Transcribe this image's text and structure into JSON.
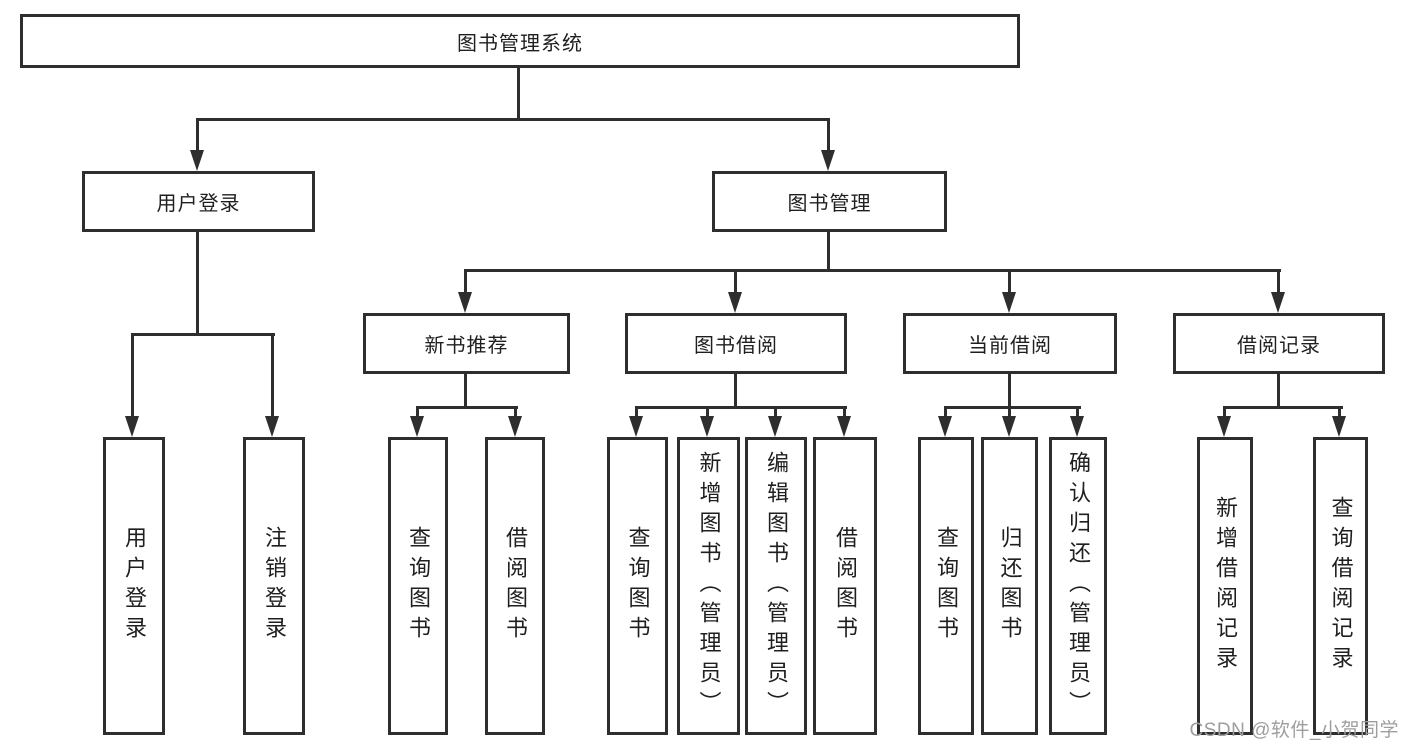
{
  "diagram": {
    "type": "tree",
    "title": "图书管理系统",
    "nodes": {
      "root": "图书管理系统",
      "userLogin": "用户登录",
      "bookMgmt": "图书管理",
      "newBook": "新书推荐",
      "bookBorrow": "图书借阅",
      "currentBorrow": "当前借阅",
      "borrowRecords": "借阅记录"
    },
    "leaves": [
      "用户登录",
      "注销登录",
      "查询图书",
      "借阅图书",
      "查询图书",
      "新增图书（管理员）",
      "编辑图书（管理员）",
      "借阅图书",
      "查询图书",
      "归还图书",
      "确认归还（管理员）",
      "新增借阅记录",
      "查询借阅记录"
    ],
    "hierarchy": {
      "图书管理系统": [
        "用户登录",
        "图书管理"
      ],
      "用户登录": [
        "用户登录",
        "注销登录"
      ],
      "图书管理": [
        "新书推荐",
        "图书借阅",
        "当前借阅",
        "借阅记录"
      ],
      "新书推荐": [
        "查询图书",
        "借阅图书"
      ],
      "图书借阅": [
        "查询图书",
        "新增图书（管理员）",
        "编辑图书（管理员）",
        "借阅图书"
      ],
      "当前借阅": [
        "查询图书",
        "归还图书",
        "确认归还（管理员）"
      ],
      "借阅记录": [
        "新增借阅记录",
        "查询借阅记录"
      ]
    },
    "colors": {
      "line": "#2e2e2e",
      "text": "#1f1f1f",
      "background": "#ffffff",
      "watermark": "#9e9e9e"
    }
  },
  "watermark": "CSDN @软件_小贺同学"
}
